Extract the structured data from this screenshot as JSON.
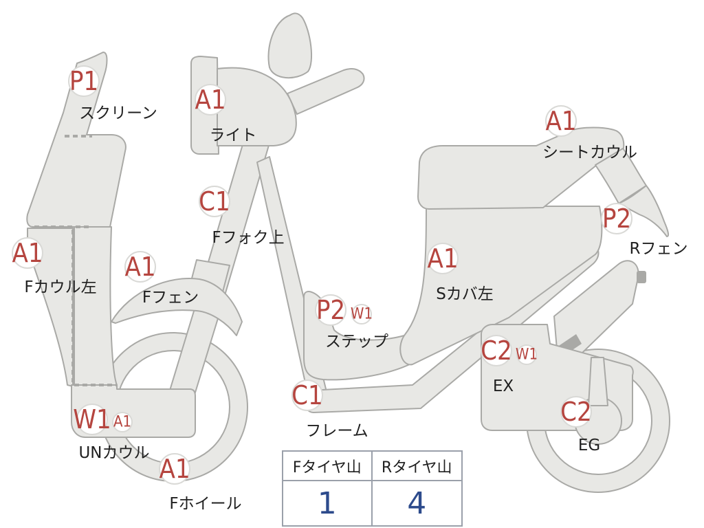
{
  "parts": [
    {
      "id": "screen",
      "label": "スクリーン",
      "grades": [
        "P1"
      ]
    },
    {
      "id": "light",
      "label": "ライト",
      "grades": [
        "A1"
      ]
    },
    {
      "id": "seat-cowl",
      "label": "シートカウル",
      "grades": [
        "A1"
      ]
    },
    {
      "id": "f-fork-upper",
      "label": "Fフォク上",
      "grades": [
        "C1"
      ]
    },
    {
      "id": "r-fender",
      "label": "Rフェン",
      "grades": [
        "P2"
      ]
    },
    {
      "id": "f-cowl-left",
      "label": "Fカウル左",
      "grades": [
        "A1"
      ]
    },
    {
      "id": "f-fender",
      "label": "Fフェン",
      "grades": [
        "A1"
      ]
    },
    {
      "id": "s-cover-left",
      "label": "Sカバ左",
      "grades": [
        "A1"
      ]
    },
    {
      "id": "step",
      "label": "ステップ",
      "grades": [
        "P2",
        "W1"
      ]
    },
    {
      "id": "exhaust",
      "label": "EX",
      "grades": [
        "C2",
        "W1"
      ]
    },
    {
      "id": "frame",
      "label": "フレーム",
      "grades": [
        "C1"
      ]
    },
    {
      "id": "under-cowl",
      "label": "UNカウル",
      "grades": [
        "W1",
        "A1"
      ]
    },
    {
      "id": "engine",
      "label": "EG",
      "grades": [
        "C2"
      ]
    },
    {
      "id": "f-wheel",
      "label": "Fホイール",
      "grades": [
        "A1"
      ]
    }
  ],
  "tire_table": {
    "front_label": "Fタイヤ山",
    "rear_label": "Rタイヤ山",
    "front_value": "1",
    "rear_value": "4"
  },
  "colors": {
    "part_fill": "#e8e8e5",
    "part_outline": "#a9a9a6",
    "grade_text": "#b5453f",
    "tire_value_text": "#2d4b8c",
    "table_border": "#9aa0aa"
  }
}
